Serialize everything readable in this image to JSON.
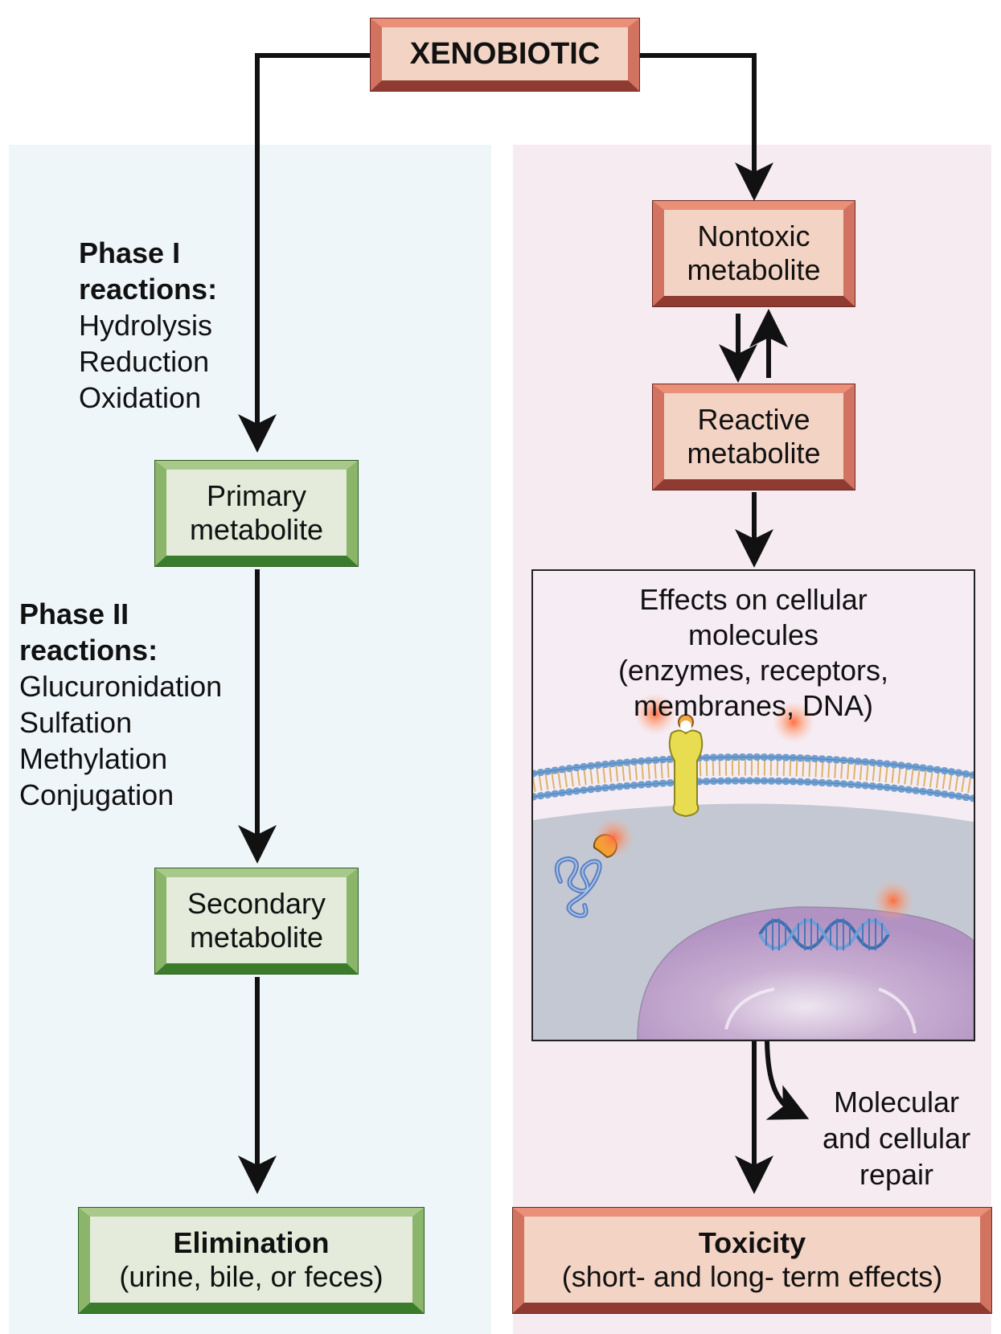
{
  "xenobiotic": {
    "label": "XENOBIOTIC"
  },
  "phase1": {
    "heading": [
      "Phase I",
      "reactions:"
    ],
    "items": [
      "Hydrolysis",
      "Reduction",
      "Oxidation"
    ]
  },
  "phase2": {
    "heading": [
      "Phase II",
      "reactions:"
    ],
    "items": [
      "Glucuronidation",
      "Sulfation",
      "Methylation",
      "Conjugation"
    ]
  },
  "primary_metabolite": [
    "Primary",
    "metabolite"
  ],
  "secondary_metabolite": [
    "Secondary",
    "metabolite"
  ],
  "elimination": {
    "title": "Elimination",
    "subtitle": "(urine, bile, or feces)"
  },
  "nontoxic_metabolite": [
    "Nontoxic",
    "metabolite"
  ],
  "reactive_metabolite": [
    "Reactive",
    "metabolite"
  ],
  "effects": {
    "lines": [
      "Effects on cellular",
      "molecules",
      "(enzymes, receptors,",
      "membranes, DNA)"
    ]
  },
  "repair": {
    "lines": [
      "Molecular",
      "and cellular",
      "repair"
    ]
  },
  "toxicity": {
    "title": "Toxicity",
    "subtitle": "(short- and long- term effects)"
  },
  "colors": {
    "left_panel": "#eff6fa",
    "right_panel": "#f7ebf2",
    "red_box": "#f3d3c4",
    "green_box": "#e4ebdb",
    "arrow": "#111111"
  }
}
